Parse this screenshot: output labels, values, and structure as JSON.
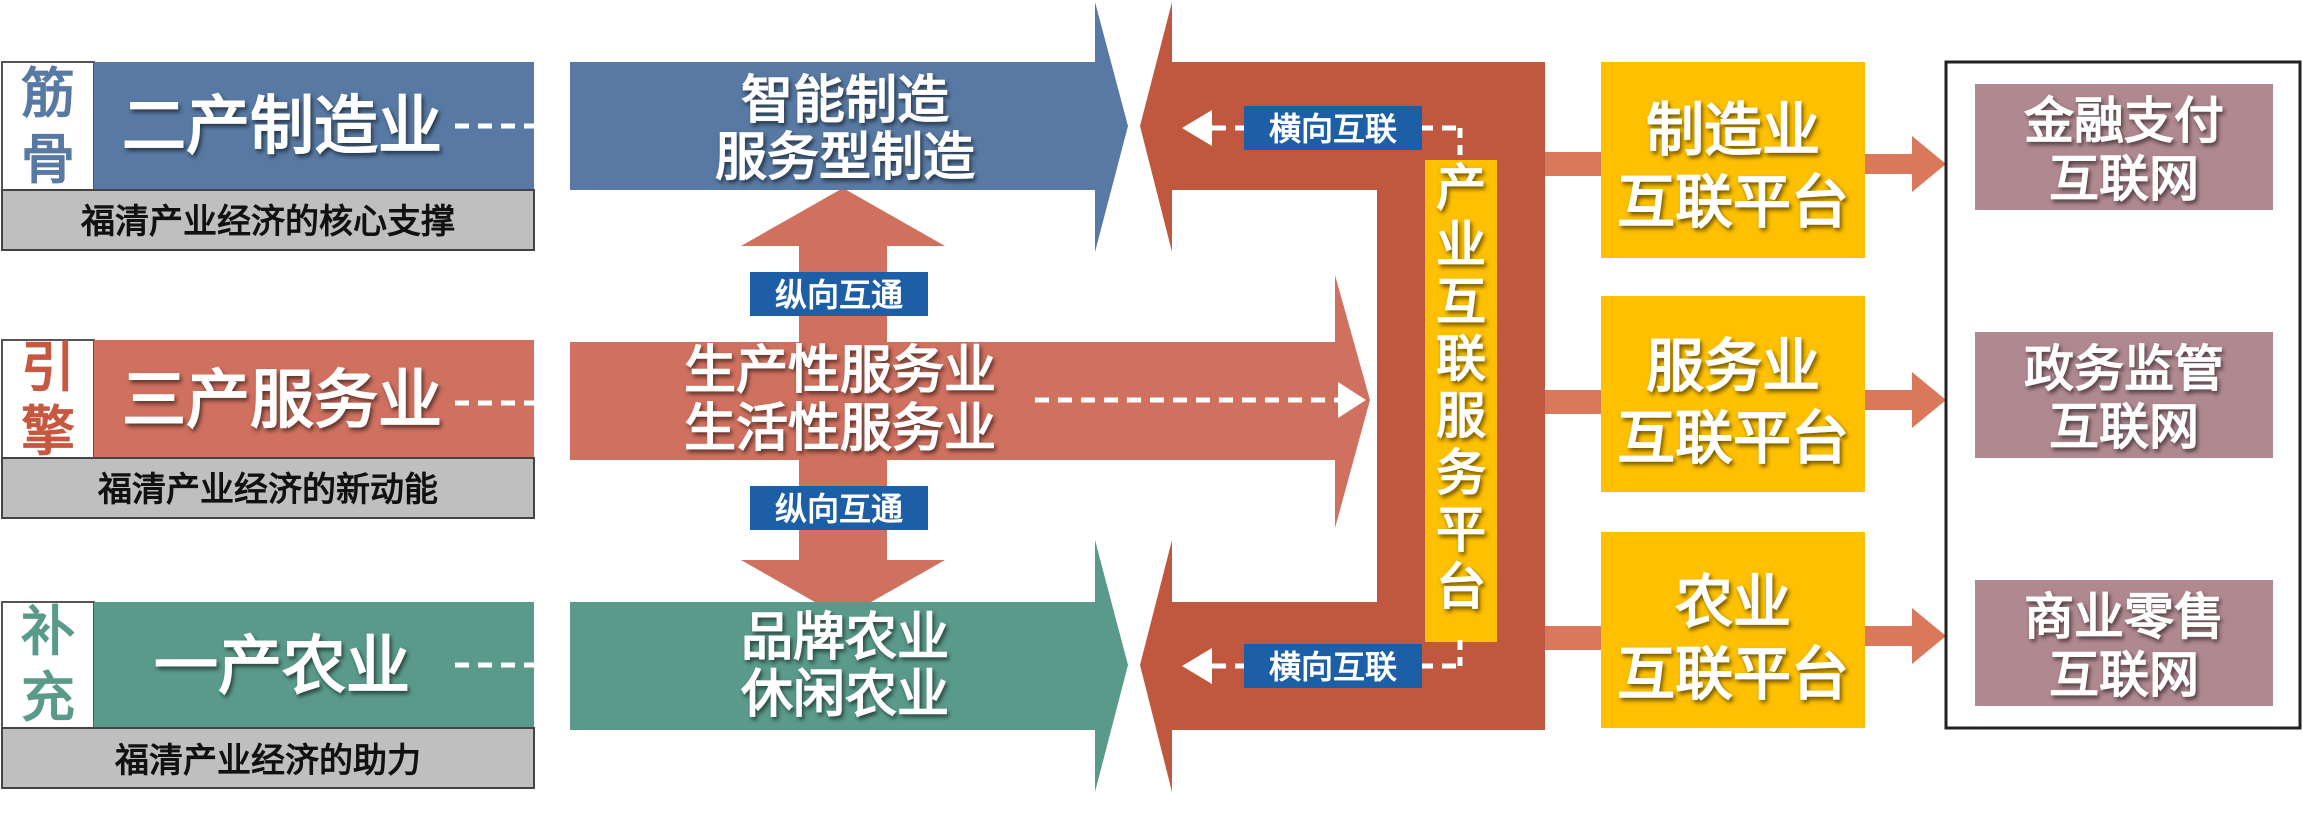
{
  "rows": [
    {
      "side_label": [
        "筋",
        "骨"
      ],
      "title": "二产制造业",
      "caption": "福清产业经济的核心支撑",
      "arrow_lines": [
        "智能制造",
        "服务型制造"
      ],
      "colors": {
        "main": "#5779a3",
        "side": "#5779a3"
      }
    },
    {
      "side_label": [
        "引",
        "擎"
      ],
      "title": "三产服务业",
      "caption": "福清产业经济的新动能",
      "arrow_lines": [
        "生产性服务业",
        "生活性服务业"
      ],
      "colors": {
        "main": "#d0705f",
        "side": "#c8573f"
      }
    },
    {
      "side_label": [
        "补",
        "充"
      ],
      "title": "一产农业",
      "caption": "福清产业经济的助力",
      "arrow_lines": [
        "品牌农业",
        "休闲农业"
      ],
      "colors": {
        "main": "#5a9a8a",
        "side": "#5a9a8a"
      }
    }
  ],
  "vertical_links": [
    "纵向互通",
    "纵向互通"
  ],
  "horizontal_links": [
    "横向互联",
    "横向互联"
  ],
  "service_platform": {
    "title_chars": [
      "产",
      "业",
      "互",
      "联",
      "服",
      "务",
      "平",
      "台"
    ]
  },
  "platforms": [
    {
      "line1": "制造业",
      "line2": "互联平台"
    },
    {
      "line1": "服务业",
      "line2": "互联平台"
    },
    {
      "line1": "农业",
      "line2": "互联平台"
    }
  ],
  "networks": [
    {
      "line1": "金融支付",
      "line2": "互联网"
    },
    {
      "line1": "政务监管",
      "line2": "互联网"
    },
    {
      "line1": "商业零售",
      "line2": "互联网"
    }
  ],
  "palette": {
    "frame_red": "#c0573f",
    "platform_yellow": "#fec000",
    "network_mauve": "#b08890",
    "caption_gray": "#bfbfbf",
    "link_blue": "#1d5fa6",
    "connector_orange": "#d9785a"
  }
}
